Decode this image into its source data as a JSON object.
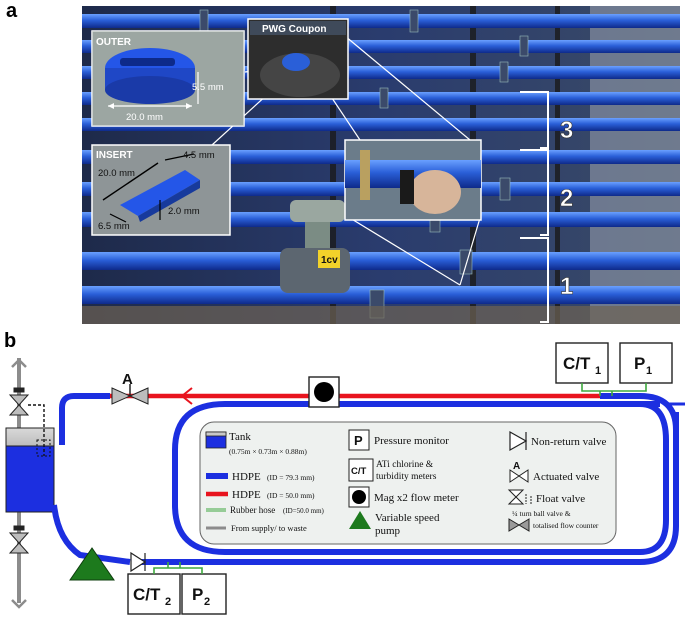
{
  "panel_a": {
    "letter": "a",
    "insets": {
      "outer": {
        "title": "OUTER",
        "dim_width": "20.0 mm",
        "dim_height": "5.5 mm"
      },
      "coupon": {
        "title": "PWG Coupon"
      },
      "insert": {
        "title": "INSERT",
        "dim_length": "20.0 mm",
        "dim_top": "4.5 mm",
        "dim_side": "2.0 mm",
        "dim_base": "6.5 mm"
      }
    },
    "valve_tag": "1cv",
    "levels": [
      "3",
      "2",
      "1"
    ]
  },
  "panel_b": {
    "letter": "b",
    "instruments": {
      "ct_top": {
        "main": "C/T",
        "sub": "1"
      },
      "p_top": {
        "main": "P",
        "sub": "1"
      },
      "ct_bottom": {
        "main": "C/T",
        "sub": "2"
      },
      "p_bottom": {
        "main": "P",
        "sub": "2"
      }
    },
    "legend": {
      "tank": "Tank",
      "tank_dims": "(0.75m × 0.73m × 0.88m)",
      "hdpe_blue": "HDPE",
      "hdpe_blue_id": "(ID = 79.3 mm)",
      "hdpe_red": "HDPE",
      "hdpe_red_id": "(ID = 50.0 mm)",
      "rubber": "Rubber hose",
      "rubber_id": "(ID=50.0 mm)",
      "supply": "From supply/ to waste",
      "pressure_symbol": "P",
      "pressure": "Pressure monitor",
      "ct_symbol": "C/T",
      "ct_line1": "ATi chlorine &",
      "ct_line2": "turbidity meters",
      "mag": "Mag x2 flow meter",
      "pump_line1": "Variable speed",
      "pump_line2": "pump",
      "nonreturn": "Non-return valve",
      "actuated": "Actuated valve",
      "actuated_symbol": "A",
      "float": "Float valve",
      "ball_line1": "¼ turn ball valve &",
      "ball_line2": "totalised flow counter"
    },
    "actuated_symbol": "A"
  },
  "colors": {
    "pipe_blue": "#1c2fe0",
    "pipe_red": "#e8141e",
    "pump_green": "#1d7a1d",
    "rubber_green": "#3fa83f",
    "supply_grey": "#8c8c8c",
    "legend_bg": "#eef1ef"
  }
}
